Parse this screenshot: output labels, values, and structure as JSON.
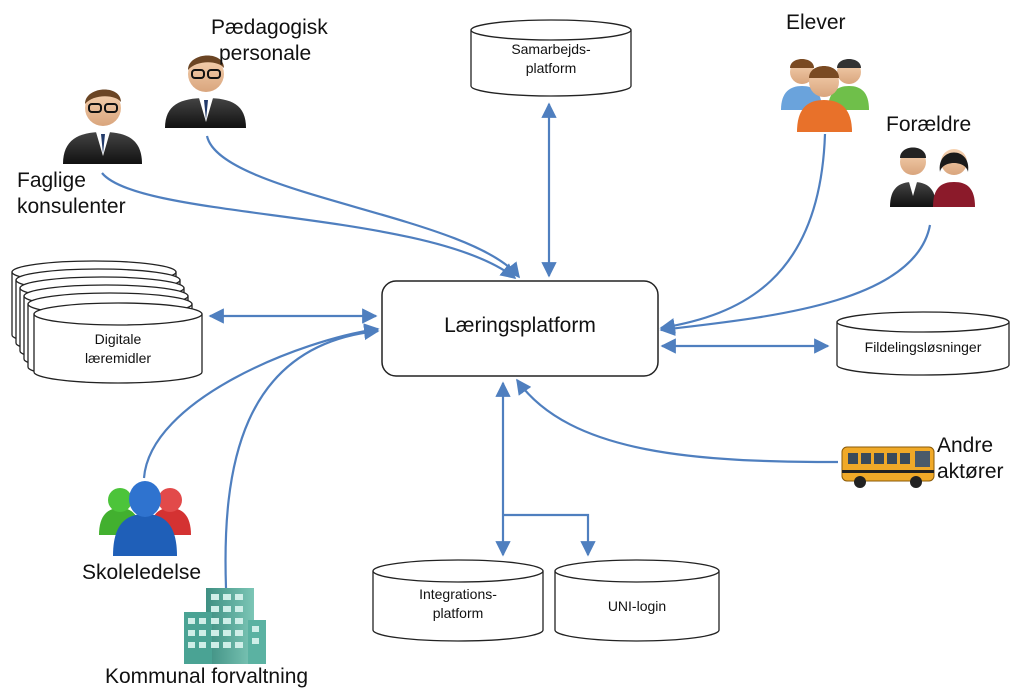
{
  "center": {
    "label": "Læringsplatform"
  },
  "systems": {
    "samarbejds": [
      "Samarbejds-",
      "platform"
    ],
    "digitale": [
      "Digitale",
      "læremidler"
    ],
    "fildeling": "Fildelingsløsninger",
    "integrations": [
      "Integrations-",
      "platform"
    ],
    "unilogin": "UNI-login"
  },
  "actors": {
    "paedagogisk": [
      "Pædagogisk",
      "personale"
    ],
    "faglige": [
      "Faglige",
      "konsulenter"
    ],
    "elever": "Elever",
    "foraeldre": "Forældre",
    "andre": [
      "Andre",
      "aktører"
    ],
    "skoleledelse": "Skoleledelse",
    "kommunal": "Kommunal forvaltning"
  },
  "colors": {
    "arrow": "#4f7fbf",
    "box_border": "#222222"
  }
}
